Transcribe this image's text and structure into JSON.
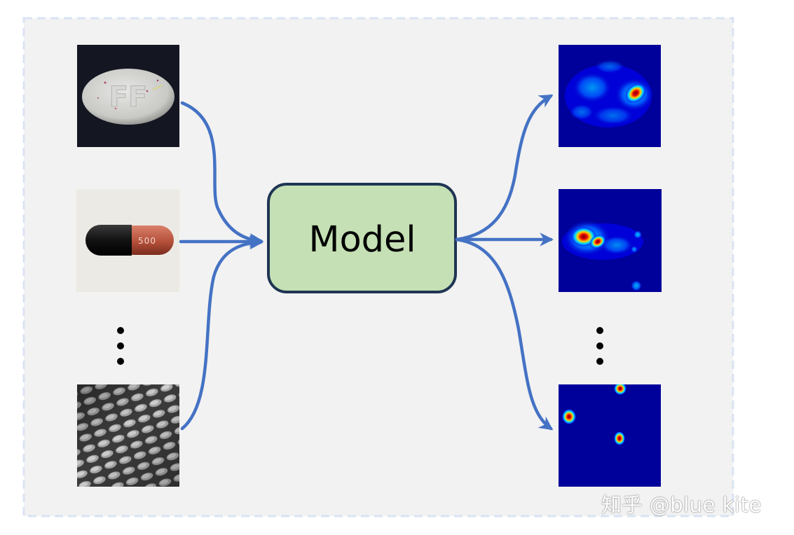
{
  "model": {
    "label": "Model"
  },
  "inputs": [
    {
      "name": "pill"
    },
    {
      "name": "capsule",
      "print": "500"
    },
    {
      "name": "grid"
    }
  ],
  "outputs": [
    {
      "name": "pill-anomaly-map"
    },
    {
      "name": "capsule-anomaly-map"
    },
    {
      "name": "grid-anomaly-map"
    }
  ],
  "colors": {
    "panel_bg": "#f2f2f2",
    "panel_border": "#dae3f3",
    "arrow": "#4472c4",
    "model_fill": "#c5e0b4",
    "model_border": "#1f3553",
    "heatmap_bg": "#00009a"
  },
  "watermark": {
    "text": "知乎 @blue kite"
  }
}
